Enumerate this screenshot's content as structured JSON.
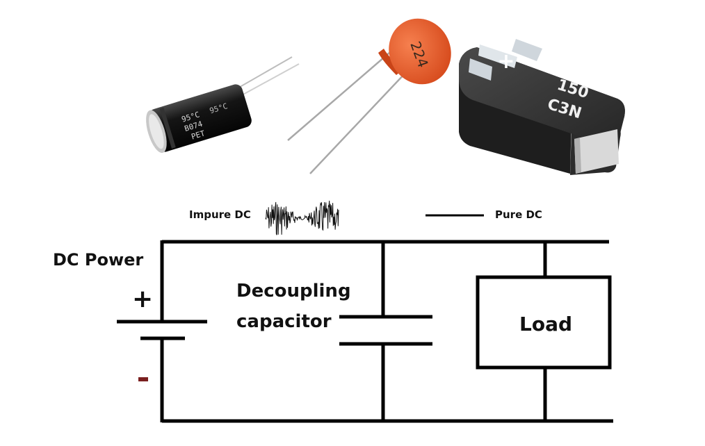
{
  "components": {
    "electrolytic_marking_1": "PET",
    "electrolytic_marking_2": "B074",
    "electrolytic_marking_3": "95°C",
    "ceramic_marking": "224",
    "tantalum_line1": "150",
    "tantalum_line2": "C3N",
    "tantalum_polarity": "+"
  },
  "labels": {
    "impure_dc": "Impure DC",
    "pure_dc": "Pure DC",
    "dc_power": "DC Power",
    "plus": "+",
    "minus": "-",
    "decoupling_line1": "Decoupling",
    "decoupling_line2": "capacitor",
    "load": "Load"
  },
  "colors": {
    "wire": "#000000",
    "ceramic": "#e8582a",
    "ceramic_dark": "#c94418",
    "electrolytic": "#1a1a1a",
    "tantalum": "#2e2e2e",
    "minus_accent": "#8b1a1a"
  }
}
